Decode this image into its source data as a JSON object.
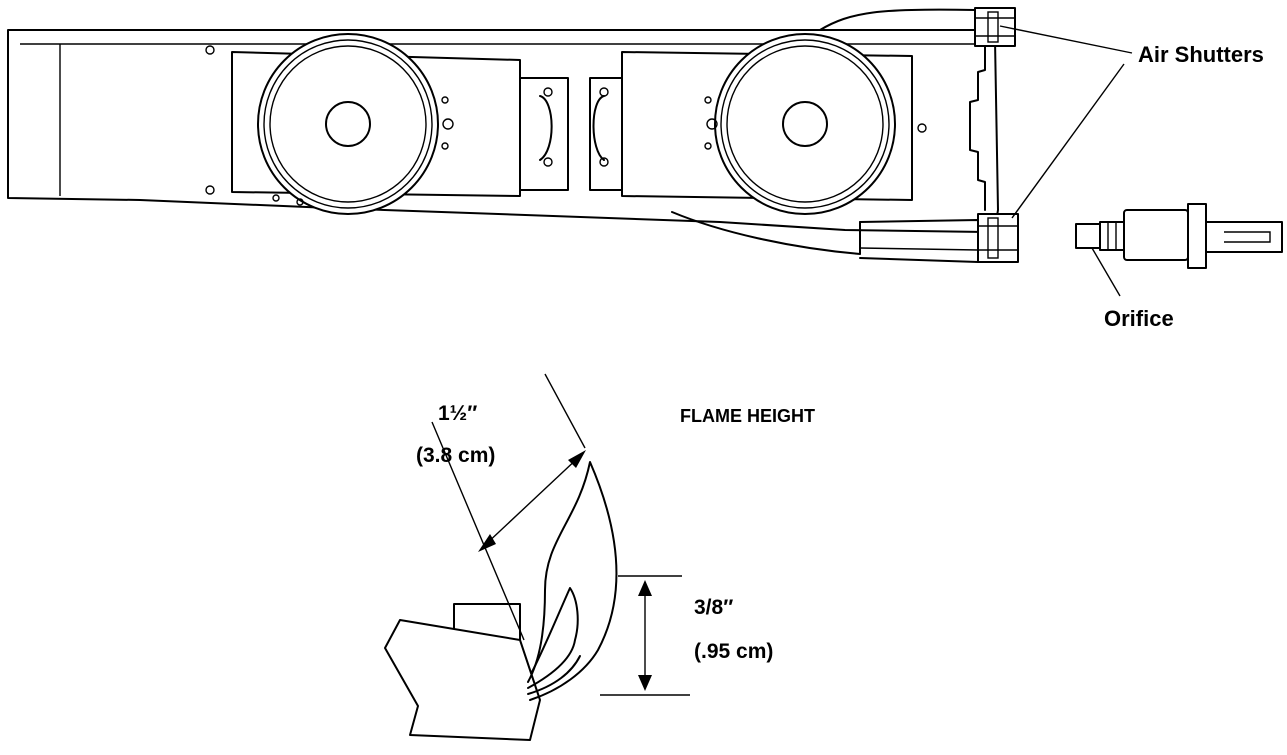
{
  "labels": {
    "air_shutters": "Air Shutters",
    "orifice": "Orifice",
    "flame_height_title": "FLAME HEIGHT",
    "flame_length_in": "1½″",
    "flame_length_cm": "(3.8 cm)",
    "inner_cone_in": "3/8″",
    "inner_cone_cm": "(.95 cm)"
  },
  "colors": {
    "line": "#000000",
    "background": "#ffffff"
  }
}
